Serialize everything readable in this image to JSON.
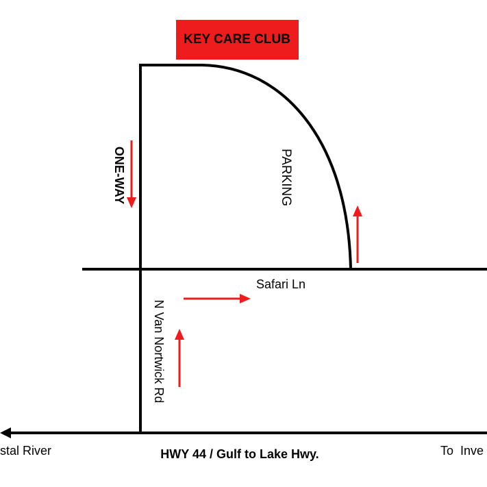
{
  "title": "KEY CARE CLUB",
  "labels": {
    "parking": "PARKING",
    "one_way": "ONE-WAY",
    "safari_ln": "Safari Ln",
    "van_nortwick": "N Van Nortwick Rd",
    "hwy": "HWY 44 / Gulf to Lake Hwy.",
    "left_destination": "stal River",
    "right_destination": "To  Inve"
  },
  "colors": {
    "title_bg": "#ee1c1c",
    "title_text": "#ffffff",
    "road": "#000000",
    "arrow": "#ee1c1c"
  }
}
